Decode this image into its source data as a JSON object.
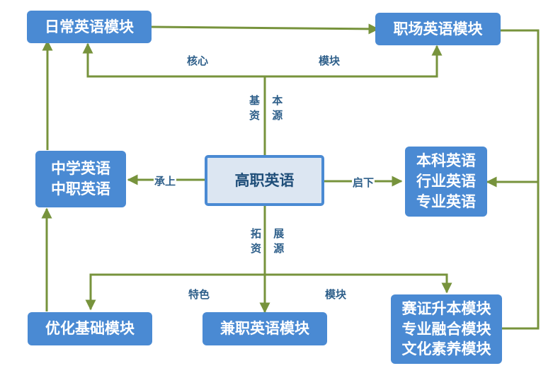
{
  "colors": {
    "box": "#4a8ad3",
    "center_fill": "#dce6f2",
    "arrow": "#77933c",
    "label": "#2e5f8a"
  },
  "boxes": {
    "daily": "日常英语模块",
    "workplace": "职场英语模块",
    "middle": [
      "中学英语",
      "中职英语"
    ],
    "center": "高职英语",
    "undergrad": [
      "本科英语",
      "行业英语",
      "专业英语"
    ],
    "optimize": "优化基础模块",
    "parttime": "兼职英语模块",
    "contest": [
      "赛证升本模块",
      "专业融合模块",
      "文化素养模块"
    ]
  },
  "labels": {
    "core": "核心",
    "module_top": "模块",
    "basic_resource": [
      "基 本",
      "资 源"
    ],
    "inherit": "承上",
    "next": "启下",
    "expand_resource": [
      "拓 展",
      "资 源"
    ],
    "special": "特色",
    "module_bottom": "模块"
  }
}
